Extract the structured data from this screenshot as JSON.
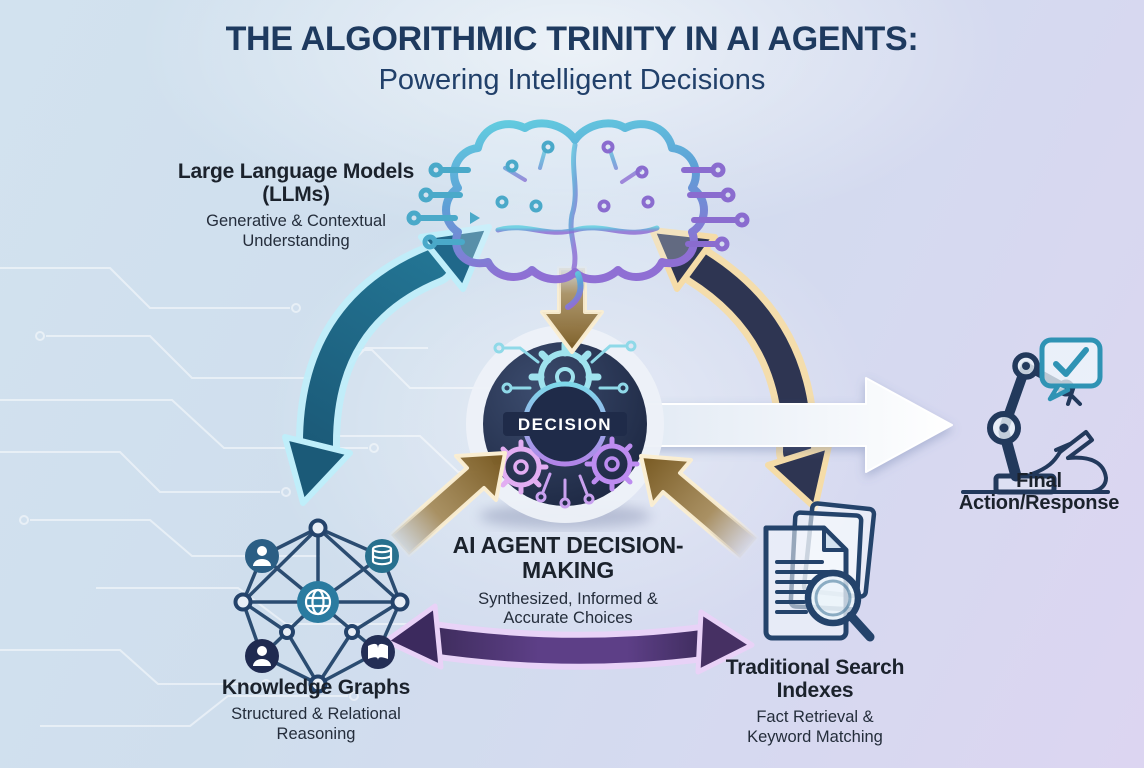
{
  "title": {
    "line1": "THE ALGORITHMIC TRINITY IN AI AGENTS:",
    "line2": "Powering Intelligent Decisions"
  },
  "center": {
    "badge_label": "DECISION",
    "heading": "AI AGENT DECISION-MAKING",
    "subheading": "Synthesized, Informed & Accurate Choices",
    "icon": "decision-gears-icon"
  },
  "nodes": {
    "llm": {
      "heading": "Large Language Models (LLMs)",
      "subheading": "Generative & Contextual Understanding",
      "icon": "circuit-brain-icon"
    },
    "knowledge_graphs": {
      "heading": "Knowledge Graphs",
      "subheading": "Structured & Relational Reasoning",
      "icon": "knowledge-graph-icon"
    },
    "search_indexes": {
      "heading": "Traditional Search Indexes",
      "subheading": "Fact Retrieval & Keyword Matching",
      "icon": "search-documents-icon"
    },
    "final_action": {
      "heading": "Final Action/Response",
      "icon": "robot-arm-checkmark-icon"
    }
  },
  "arrows": [
    {
      "name": "llm-knowledge-graphs",
      "type": "curved-double",
      "fill": "#20688a",
      "outline": "#bfeefa"
    },
    {
      "name": "llm-search-indexes",
      "type": "curved-double",
      "fill": "#2e3552",
      "outline": "#f5dca8"
    },
    {
      "name": "llm-to-decision",
      "type": "straight",
      "fill": "#7b5d26",
      "outline": "#faeed2"
    },
    {
      "name": "knowledge-graphs-to-decision",
      "type": "straight",
      "fill": "#7b5d26",
      "outline": "#faeed2"
    },
    {
      "name": "search-indexes-to-decision",
      "type": "straight",
      "fill": "#7b5d26",
      "outline": "#faeed2"
    },
    {
      "name": "knowledge-graphs-search-indexes",
      "type": "curved-double",
      "fill": "#3c2a5e",
      "outline": "#e9d2f7"
    },
    {
      "name": "decision-to-final-action",
      "type": "straight",
      "fill": "#ffffff"
    }
  ],
  "colors": {
    "background_start": "#d2e2ef",
    "background_end": "#dcd5f1",
    "title_text": "#1e3a5f",
    "label_text": "#1b222c",
    "badge_background": "#1f2b49",
    "badge_text": "#ffffff",
    "brain_gradient_top": "#62cfe0",
    "brain_gradient_bottom": "#8f6fd4"
  }
}
